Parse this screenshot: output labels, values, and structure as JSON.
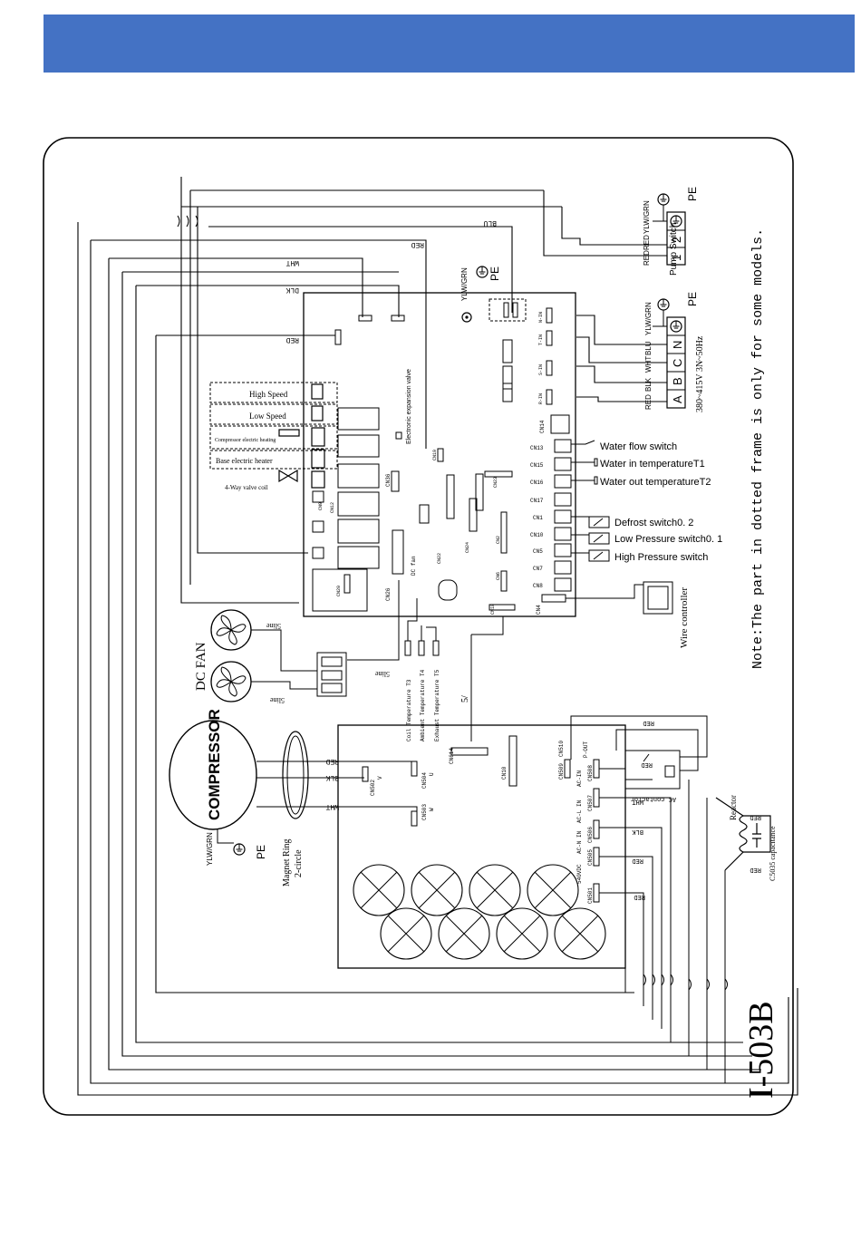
{
  "header": {
    "color": "#4472C4"
  },
  "diagram": {
    "model": "I-503B",
    "note": "Note:The part in dotted frame is only for some models.",
    "pump_switch": {
      "label": "Pump Switch",
      "terminals": [
        "1",
        "2",
        "⏚"
      ],
      "wires": [
        "RED",
        "RED",
        "YLW/GRN"
      ],
      "pe": "PE"
    },
    "power_supply": {
      "label": "380~415V 3N~50Hz",
      "terminals": [
        "A",
        "B",
        "C",
        "N",
        "⏚"
      ],
      "wires": [
        "RED",
        "BLK",
        "WHT",
        "BLU",
        "YLW/GRN"
      ],
      "pe": "PE"
    },
    "board_pe": {
      "wire": "YLW/GRN",
      "pe": "PE"
    },
    "top_wires": {
      "blu": "BLU",
      "red": "RED",
      "wht": "WHT",
      "blk": "DLK",
      "red2": "RED"
    },
    "main_board_connectors": {
      "n_in": "N-IN",
      "t_in": "T-IN",
      "s_in": "S-IN",
      "r_in": "R-IN",
      "cn14": "CN14"
    },
    "sensors": [
      {
        "id": "CN13",
        "label": "Water flow switch"
      },
      {
        "id": "CN15",
        "label": "Water in temperatureT1"
      },
      {
        "id": "CN16",
        "label": "Water out temperatureT2"
      },
      {
        "id": "CN17",
        "label": ""
      },
      {
        "id": "CN1",
        "label": "Defrost switch0. 2"
      },
      {
        "id": "CN10",
        "label": "Low Pressure switch0. 1"
      },
      {
        "id": "CN5",
        "label": "High Pressure switch"
      },
      {
        "id": "CN7",
        "label": ""
      },
      {
        "id": "CN8",
        "label": ""
      }
    ],
    "cn4": "CN4",
    "wire_controller": "Wire controller",
    "loads": {
      "high_speed": "High Speed",
      "low_speed": "Low Speed",
      "chassis_heater": "Compressor electric heating",
      "base_heater": "Base electric heater",
      "four_way": "4-Way valve coil",
      "expansion_valve": "Electronic expansion valve",
      "dc_fan_conn": "DC fan"
    },
    "small_connectors": {
      "cn26": "CN26",
      "cn36": "CN36",
      "cn19": "CN19",
      "cn18": "CN18",
      "cn22": "CN22",
      "cn6": "CN6",
      "cn9": "CN9",
      "cn12": "CN12",
      "cn23": "CN23",
      "cn2": "CN2",
      "cn24": "CN24",
      "cn20": "CN20"
    },
    "fan": {
      "label": "DC FAN",
      "line1": "5line",
      "line2": "5line",
      "line3": "5line"
    },
    "temp_sensors": [
      "Coil Temperature T3",
      "Ambient Temperature T4",
      "Exhaust Temperature T5"
    ],
    "signal_line": "5/",
    "compressor": {
      "label": "COMPRESSOR",
      "wire_red": "RED",
      "wire_blk": "BLK",
      "wire_wht": "WHT",
      "wire_pe": "YLW/GRN",
      "pe": "PE",
      "magnet_ring": "Magnet Ring",
      "magnet_ring2": "2-circle",
      "cn502": "CN502",
      "v": "V",
      "cn504": "CN504",
      "u": "U",
      "cn503": "CN503",
      "w": "W"
    },
    "drive_board": {
      "cn10": "CN10",
      "cn614": "CN614",
      "cn509": "CN509",
      "cn510": "CN510",
      "p_out": "P-OUT",
      "cn508": "CN508",
      "cn507": "CN507",
      "cn506": "CN506",
      "cn505": "CN505",
      "cn501": "CN501",
      "ac_in": "AC-IN",
      "ac_l_in": "AC-L IN",
      "ac_n_in": "AC-N IN",
      "dc540": "540VDC"
    },
    "ac_contactor": "AC contactor",
    "reactor": {
      "label": "Reactor",
      "cap": "C5035 capacitance"
    },
    "drive_wires": {
      "red1": "RED",
      "red2": "RED",
      "wht": "WHT",
      "blk": "BLK",
      "red3": "RED",
      "red4": "RED",
      "red5": "RED",
      "red6": "RED"
    }
  }
}
